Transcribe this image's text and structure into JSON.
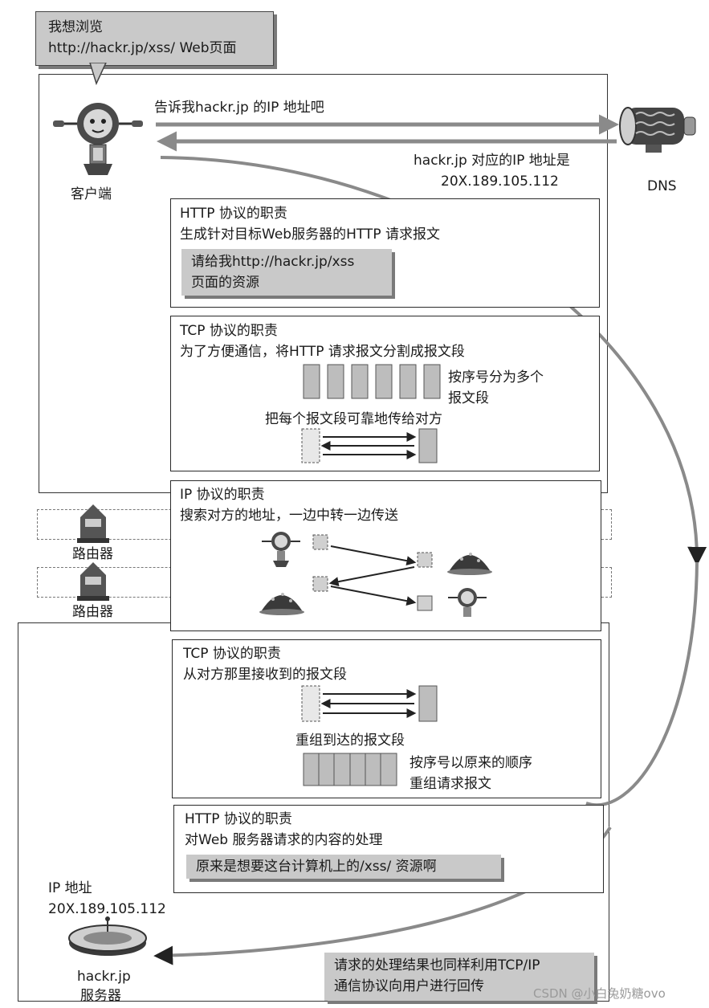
{
  "bubble": {
    "line1": "我想浏览",
    "line2": "http://hackr.jp/xss/ Web页面"
  },
  "client": {
    "label": "客户端"
  },
  "dns": {
    "label": "DNS",
    "query": "告诉我hackr.jp 的IP 地址吧",
    "answer_line1": "hackr.jp 对应的IP 地址是",
    "answer_line2": "20X.189.105.112"
  },
  "http_client": {
    "title": "HTTP 协议的职责",
    "desc": "生成针对目标Web服务器的HTTP 请求报文",
    "request_line1": "请给我http://hackr.jp/xss",
    "request_line2": "页面的资源"
  },
  "tcp_client": {
    "title": "TCP 协议的职责",
    "desc": "为了方便通信，将HTTP 请求报文分割成报文段",
    "seg_note1": "按序号分为多个",
    "seg_note2": "报文段",
    "send_note": "把每个报文段可靠地传给对方"
  },
  "ip": {
    "title": "IP 协议的职责",
    "desc": "搜索对方的地址，一边中转一边传送"
  },
  "routers": [
    {
      "label": "路由器"
    },
    {
      "label": "路由器"
    }
  ],
  "tcp_server": {
    "title": "TCP 协议的职责",
    "desc": "从对方那里接收到的报文段",
    "reassemble": "重组到达的报文段",
    "note1": "按序号以原来的顺序",
    "note2": "重组请求报文"
  },
  "http_server": {
    "title": "HTTP 协议的职责",
    "desc": "对Web 服务器请求的内容的处理",
    "result": "原来是想要这台计算机上的/xss/ 资源啊"
  },
  "server": {
    "ip_label": "IP 地址",
    "ip_value": "20X.189.105.112",
    "name1": "hackr.jp",
    "name2": "服务器"
  },
  "footer_note": {
    "line1": "请求的处理结果也同样利用TCP/IP",
    "line2": "通信协议向用户进行回传"
  },
  "watermark": "CSDN @小白兔奶糖ovo",
  "colors": {
    "shade": "#c9c9c9",
    "segment": "#bdbdbd",
    "line": "#2a2a2a"
  }
}
